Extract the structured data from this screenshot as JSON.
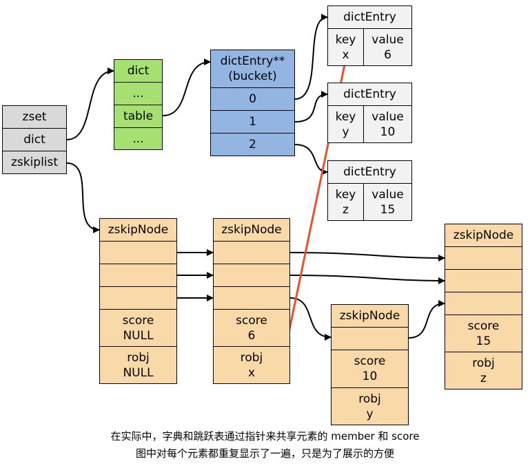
{
  "zset": {
    "title": "zset",
    "dict": "dict",
    "zsl": "zskiplist"
  },
  "dict": {
    "title": "dict",
    "dots1": "...",
    "table": "table",
    "dots2": "..."
  },
  "buckets": {
    "title": "dictEntry**\n(bucket)",
    "b0": "0",
    "b1": "1",
    "b2": "2"
  },
  "entries": [
    {
      "title": "dictEntry",
      "key": "key\nx",
      "value": "value\n6"
    },
    {
      "title": "dictEntry",
      "key": "key\ny",
      "value": "value\n10"
    },
    {
      "title": "dictEntry",
      "key": "key\nz",
      "value": "value\n15"
    }
  ],
  "nodes": [
    {
      "title": "zskipNode",
      "score": "score\nNULL",
      "obj": "robj\nNULL"
    },
    {
      "title": "zskipNode",
      "score": "score\n6",
      "obj": "robj\nx"
    },
    {
      "title": "zskipNode",
      "score": "score\n10",
      "obj": "robj\ny"
    },
    {
      "title": "zskipNode",
      "score": "score\n15",
      "obj": "robj\nz"
    }
  ],
  "caption": {
    "line1": "在实际中，字典和跳跃表通过指针来共享元素的 member 和 score",
    "line2": "图中对每个元素都重复显示了一遍，只是为了展示的方便"
  },
  "colors": {
    "highlight_arrow": "#e8502a"
  }
}
